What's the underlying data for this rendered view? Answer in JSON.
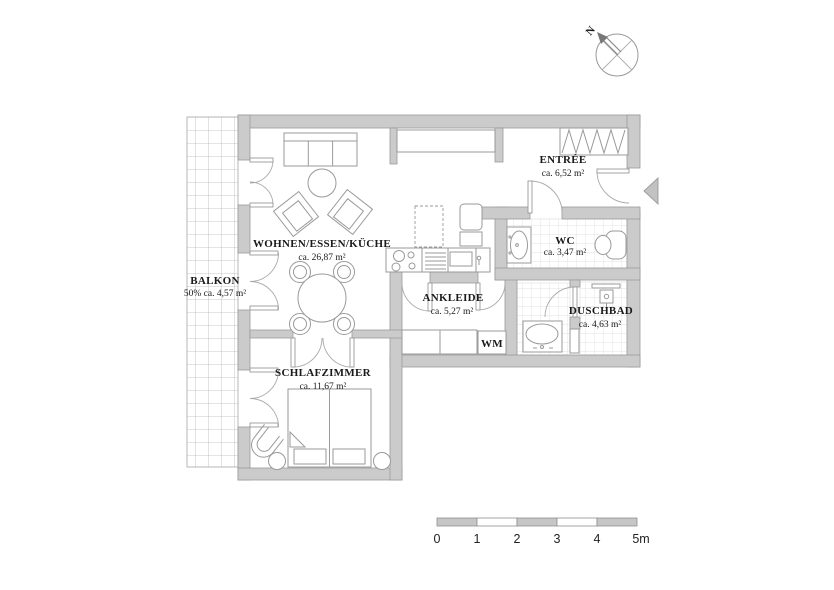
{
  "plan": {
    "rooms": [
      {
        "key": "balkon",
        "name": "BALKON",
        "area": "50% ca. 4,57 m²"
      },
      {
        "key": "wohnen-essen-kueche",
        "name": "WOHNEN/ESSEN/KÜCHE",
        "area": "ca. 26,87 m²"
      },
      {
        "key": "entree",
        "name": "ENTRÉE",
        "area": "ca. 6,52 m²"
      },
      {
        "key": "wc",
        "name": "WC",
        "area": "ca. 3,47 m²"
      },
      {
        "key": "ankleide",
        "name": "ANKLEIDE",
        "area": "ca. 5,27 m²"
      },
      {
        "key": "duschbad",
        "name": "DUSCHBAD",
        "area": "ca. 4,63 m²"
      },
      {
        "key": "schlafzimmer",
        "name": "SCHLAFZIMMER",
        "area": "ca. 11,67 m²"
      }
    ],
    "labels": {
      "washing_machine": "WM"
    },
    "compass": {
      "north": "N"
    },
    "scale_bar": {
      "ticks": [
        "0",
        "1",
        "2",
        "3",
        "4",
        "5m"
      ]
    },
    "colors": {
      "wall_fill": "#cbcbcb",
      "wall_stroke": "#9a9a9a",
      "line": "#9a9a9a",
      "tile_line": "#d6d6d6",
      "balcony_line": "#b5b5b5",
      "text": "#1a1a1a",
      "scale_fill": "#c6c6c6"
    }
  }
}
